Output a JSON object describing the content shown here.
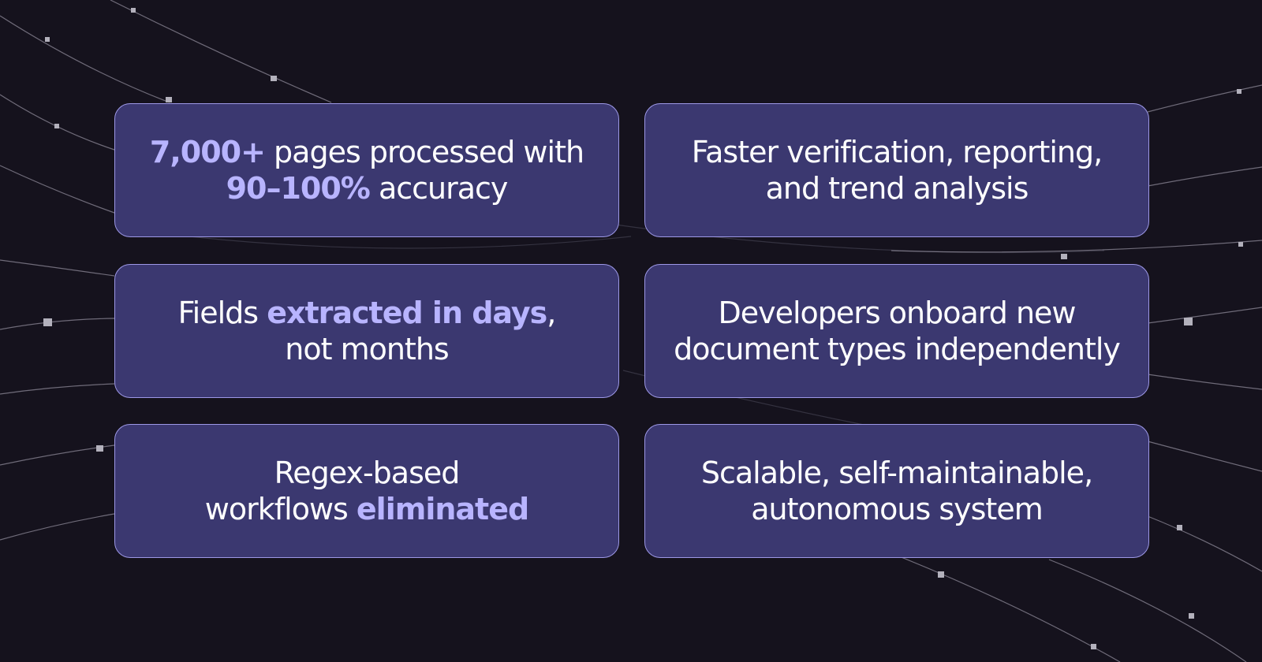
{
  "cards": [
    {
      "line1": {
        "highlight": "7,000+",
        "text": " pages processed with"
      },
      "line2": {
        "highlight": "90–100%",
        "text": " accuracy"
      }
    },
    {
      "line1": "Faster verification, reporting,",
      "line2": "and trend analysis"
    },
    {
      "line1": {
        "text": "Fields ",
        "highlight": "extracted in days",
        "after": ","
      },
      "line2": "not months"
    },
    {
      "line1": "Developers onboard new",
      "line2": "document types independently"
    },
    {
      "line1": "Regex-based",
      "line2": {
        "text": "workflows ",
        "highlight": "eliminated"
      }
    },
    {
      "line1": "Scalable, self-maintainable,",
      "line2": "autonomous system"
    }
  ],
  "colors": {
    "background": "#15121d",
    "card_fill": "#3b3870",
    "card_border": "#9d98e6",
    "highlight_text": "#b8b4ff",
    "body_text": "#ffffff"
  }
}
